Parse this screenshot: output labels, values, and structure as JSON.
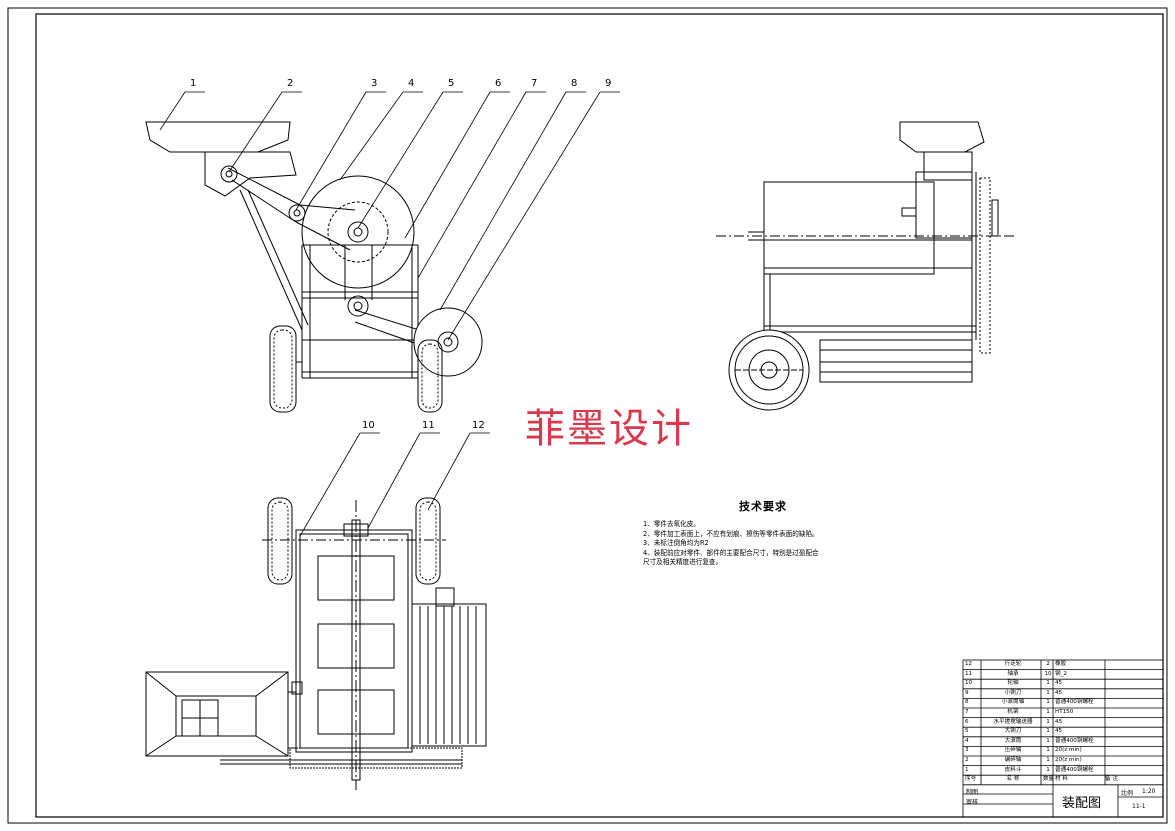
{
  "watermark": "菲墨设计",
  "callouts": [
    "1",
    "2",
    "3",
    "4",
    "5",
    "6",
    "7",
    "8",
    "9",
    "10",
    "11",
    "12"
  ],
  "tech_requirements": {
    "title": "技术要求",
    "items": [
      "1、零件去氧化皮。",
      "2、零件加工表面上，不应有划痕、擦伤等零件表面的缺陷。",
      "3、未标注倒角均为R2",
      "4、装配前应对零件、部件的主要配合尺寸，特别是过盈配合",
      "尺寸及相关精度进行复查。"
    ]
  },
  "bom": {
    "rows": [
      {
        "no": "12",
        "name": "行走轮",
        "qty": "2",
        "material": "橡胶",
        "note": ""
      },
      {
        "no": "11",
        "name": "轴承",
        "qty": "10",
        "material": "钢_2",
        "note": ""
      },
      {
        "no": "10",
        "name": "轮轴",
        "qty": "1",
        "material": "45",
        "note": ""
      },
      {
        "no": "9",
        "name": "小铡刀",
        "qty": "1",
        "material": "45",
        "note": ""
      },
      {
        "no": "8",
        "name": "小滚筒轴",
        "qty": "1",
        "material": "普通400铜螺栓",
        "note": ""
      },
      {
        "no": "7",
        "name": "机架",
        "qty": "1",
        "material": "HT150",
        "note": ""
      },
      {
        "no": "6",
        "name": "水平搓搅输送器",
        "qty": "1",
        "material": "45",
        "note": ""
      },
      {
        "no": "5",
        "name": "大铡刀",
        "qty": "1",
        "material": "45",
        "note": ""
      },
      {
        "no": "4",
        "name": "大滚筒",
        "qty": "1",
        "material": "普通400铜螺栓",
        "note": ""
      },
      {
        "no": "3",
        "name": "压碎轴",
        "qty": "1",
        "material": "20(z min)",
        "note": ""
      },
      {
        "no": "2",
        "name": "碾碎轴",
        "qty": "1",
        "material": "20(z min)",
        "note": ""
      },
      {
        "no": "1",
        "name": "皮料斗",
        "qty": "1",
        "material": "普通400铜螺栓",
        "note": ""
      }
    ],
    "header": {
      "no": "序号",
      "name": "名 称",
      "qty": "数量",
      "material": "材  料",
      "note": "备 注"
    }
  },
  "title_block": {
    "drawn_by": "制图",
    "checked_by": "审核",
    "title": "装配图",
    "scale_label": "比例",
    "scale_value": "1:20",
    "sheet": "11-1"
  }
}
